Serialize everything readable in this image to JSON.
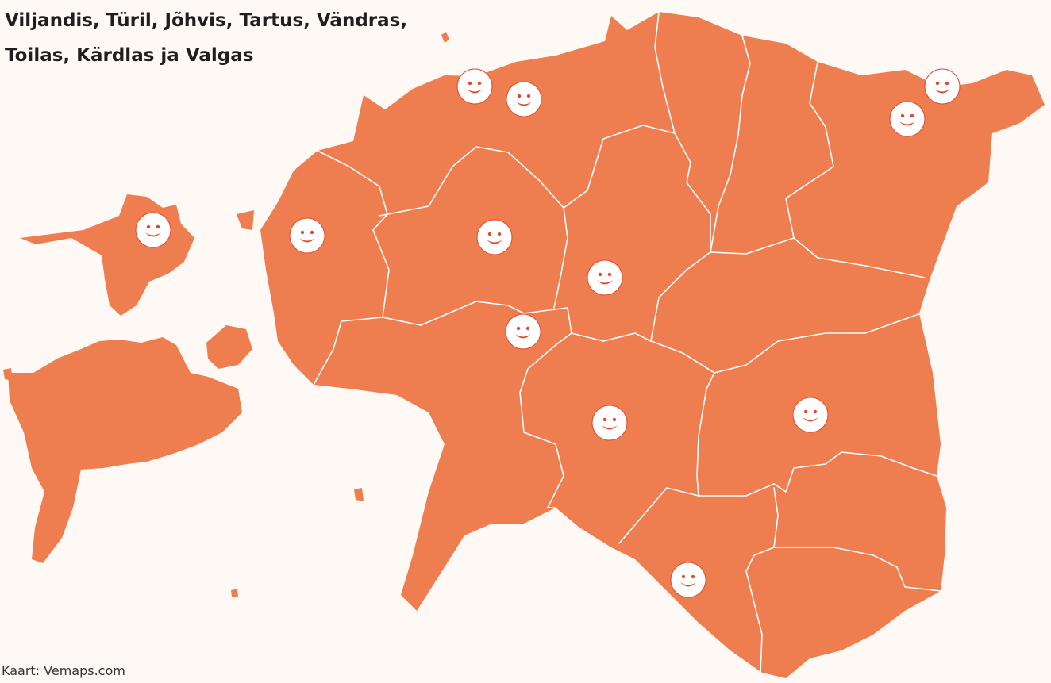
{
  "title": {
    "line1": "Viljandis, Türil, Jõhvis, Tartus, Vändras,",
    "line2": "Toilas, Kärdlas ja Valgas"
  },
  "credit": "Kaart: Vemaps.com",
  "colors": {
    "background": "#fef9f4",
    "land": "#ee7e50",
    "border": "#ffffff",
    "marker_fill": "#ffffff",
    "marker_stroke": "#e0492c"
  },
  "marker_icon": "smiley-face-icon",
  "markers": [
    {
      "id": "n1"
    },
    {
      "id": "n2"
    },
    {
      "id": "ne1"
    },
    {
      "id": "ne2"
    },
    {
      "id": "hiiumaa"
    },
    {
      "id": "west"
    },
    {
      "id": "center-west"
    },
    {
      "id": "center"
    },
    {
      "id": "center-south"
    },
    {
      "id": "south-center"
    },
    {
      "id": "southeast"
    },
    {
      "id": "south"
    }
  ]
}
